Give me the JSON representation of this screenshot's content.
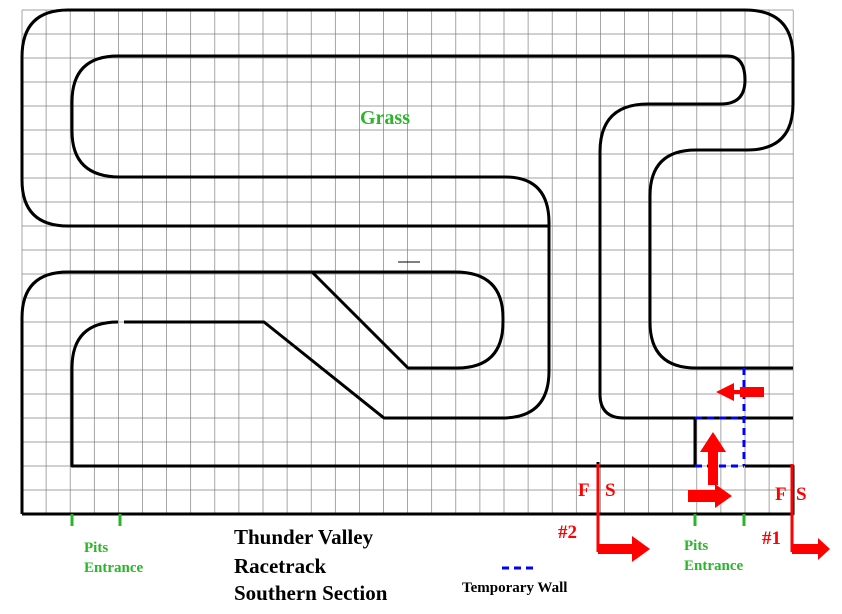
{
  "labels": {
    "grass": "Grass",
    "pits_left": [
      "Pits",
      "Entrance"
    ],
    "pits_right": [
      "Pits",
      "Entrance"
    ],
    "title": [
      "Thunder Valley",
      "Racetrack",
      "Southern Section"
    ],
    "legend_temporary_wall": "Temporary Wall",
    "finish_left": "F",
    "start_left": "S",
    "finish_right": "F",
    "start_right": "S",
    "number_2": "#2",
    "number_1": "#1"
  },
  "colors": {
    "track": "#000000",
    "grid": "#808080",
    "grass_label": "#2ab52a",
    "pits_label": "#2ab52a",
    "red_marks": "#ff0000",
    "temporary_wall": "#0000ff",
    "background": "#ffffff"
  }
}
